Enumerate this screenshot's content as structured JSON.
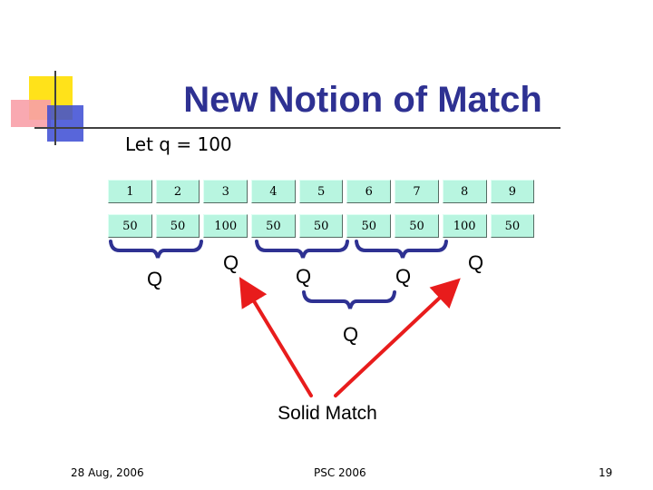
{
  "slide": {
    "title": "New Notion of Match",
    "subtitle": "Let q = 100",
    "table": {
      "row1": [
        "1",
        "2",
        "3",
        "4",
        "5",
        "6",
        "7",
        "8",
        "9"
      ],
      "row2": [
        "50",
        "50",
        "100",
        "50",
        "50",
        "50",
        "50",
        "100",
        "50"
      ]
    },
    "q_labels": [
      "Q",
      "Q",
      "Q",
      "Q",
      "Q",
      "Q"
    ],
    "solid_match": "Solid Match",
    "footer": {
      "date": "28 Aug, 2006",
      "center": "PSC 2006",
      "page": "19"
    }
  },
  "colors": {
    "title": "#2e3192",
    "cell_fill": "#b8f5e0",
    "brace": "#2e3192",
    "arrow": "#e81c1c"
  }
}
